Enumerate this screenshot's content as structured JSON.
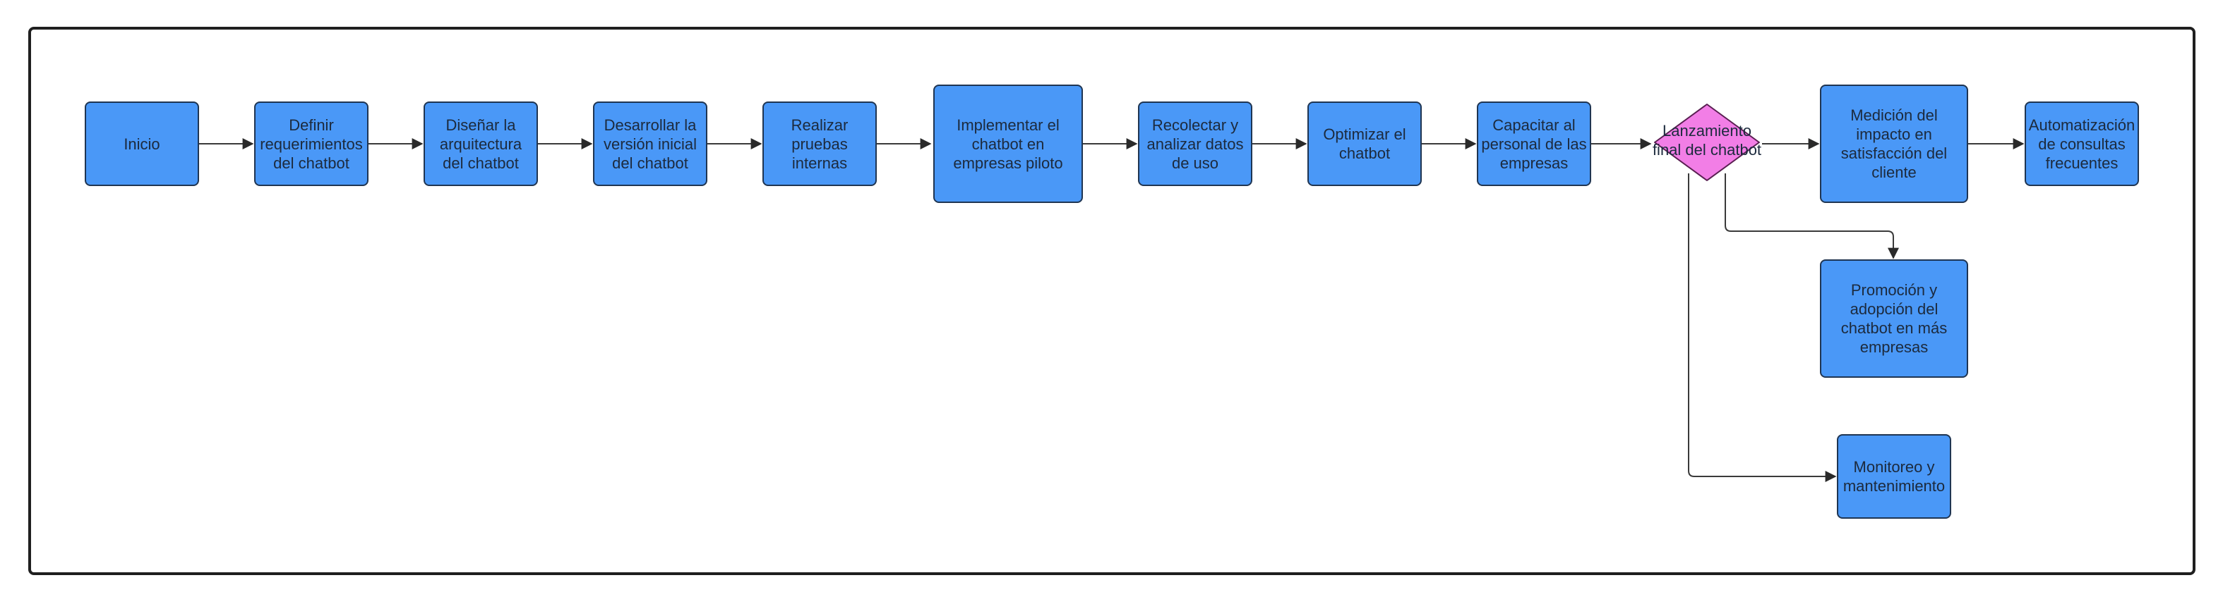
{
  "diagram": {
    "nodes": {
      "inicio": "Inicio",
      "definir": "Definir requerimientos del chatbot",
      "disenar": "Diseñar la arquitectura del chatbot",
      "desarrollar": "Desarrollar la versión inicial del chatbot",
      "pruebas": "Realizar pruebas internas",
      "implementar": "Implementar el chatbot en empresas piloto",
      "recolectar": "Recolectar y analizar datos de uso",
      "optimizar": "Optimizar el chatbot",
      "capacitar": "Capacitar al personal de las empresas",
      "lanzamiento": "Lanzamiento final del chatbot",
      "medicion": "Medición del impacto en satisfacción del cliente",
      "automatizacion": "Automatización de consultas frecuentes",
      "promocion": "Promoción y adopción del chatbot en más empresas",
      "monitoreo": "Monitoreo y mantenimiento"
    },
    "edges": [
      [
        "inicio",
        "definir"
      ],
      [
        "definir",
        "disenar"
      ],
      [
        "disenar",
        "desarrollar"
      ],
      [
        "desarrollar",
        "pruebas"
      ],
      [
        "pruebas",
        "implementar"
      ],
      [
        "implementar",
        "recolectar"
      ],
      [
        "recolectar",
        "optimizar"
      ],
      [
        "optimizar",
        "capacitar"
      ],
      [
        "capacitar",
        "lanzamiento"
      ],
      [
        "lanzamiento",
        "medicion"
      ],
      [
        "medicion",
        "automatizacion"
      ],
      [
        "lanzamiento",
        "promocion"
      ],
      [
        "lanzamiento",
        "monitoreo"
      ]
    ],
    "colors": {
      "process": "#4a98f7",
      "decision": "#f27ee6",
      "stroke": "#1f1f1f"
    }
  }
}
